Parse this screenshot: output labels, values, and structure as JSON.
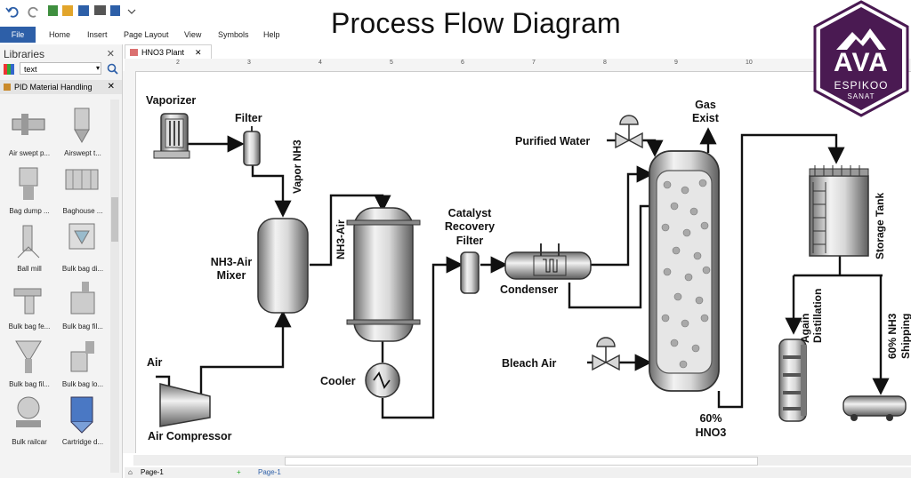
{
  "diagram_title": "Process Flow Diagram",
  "menu": [
    "File",
    "Home",
    "Insert",
    "Page Layout",
    "View",
    "Symbols",
    "Help"
  ],
  "libraries": {
    "title": "Libraries",
    "search_value": "text",
    "category": "PID Material Handling",
    "items": [
      {
        "label": "Air swept p...",
        "icon": "air-swept-pipe-icon"
      },
      {
        "label": "Airswept t...",
        "icon": "airswept-tank-icon"
      },
      {
        "label": "Bag dump ...",
        "icon": "bag-dump-icon"
      },
      {
        "label": "Baghouse ...",
        "icon": "baghouse-icon"
      },
      {
        "label": "Ball mill",
        "icon": "ball-mill-icon"
      },
      {
        "label": "Bulk bag di...",
        "icon": "bulk-bag-discharger-icon"
      },
      {
        "label": "Bulk bag fe...",
        "icon": "bulk-bag-feeder-icon"
      },
      {
        "label": "Bulk bag fil...",
        "icon": "bulk-bag-filler-icon"
      },
      {
        "label": "Bulk bag fil...",
        "icon": "bulk-bag-filler-2-icon"
      },
      {
        "label": "Bulk bag lo...",
        "icon": "bulk-bag-loader-icon"
      },
      {
        "label": "Bulk railcar",
        "icon": "bulk-railcar-icon"
      },
      {
        "label": "Cartridge d...",
        "icon": "cartridge-dust-collector-icon"
      }
    ]
  },
  "document_tab": "HNO3 Plant",
  "ruler_marks": [
    "2",
    "3",
    "4",
    "5",
    "6",
    "7",
    "8",
    "9",
    "10"
  ],
  "status": {
    "page_selector": "Page-1",
    "page_tab": "Page-1"
  },
  "labels": {
    "vaporizer": "Vaporizer",
    "filter": "Filter",
    "vapor_nh3": "Vapor NH3",
    "nh3_air_mixer_1": "NH3-Air",
    "nh3_air_mixer_2": "Mixer",
    "nh3_air": "NH3-Air",
    "air": "Air",
    "air_compressor": "Air Compressor",
    "cooler": "Cooler",
    "catalyst_1": "Catalyst",
    "catalyst_2": "Recovery",
    "catalyst_3": "Filter",
    "condenser": "Condenser",
    "purified_water": "Purified Water",
    "bleach_air": "Bleach Air",
    "gas_exist_1": "Gas",
    "gas_exist_2": "Exist",
    "hno3_1": "60%",
    "hno3_2": "HNO3",
    "storage_tank": "Storage Tank",
    "again_distillation_1": "Again",
    "again_distillation_2": "Distillation",
    "nh3_shipping_1": "60% NH3",
    "nh3_shipping_2": "Shipping"
  },
  "logo": {
    "line1": "AVA",
    "line2": "ESPIKOO",
    "line3": "SANAT",
    "color": "#4a1a52"
  },
  "colors": {
    "accent": "#2d5fa8",
    "equipment_dark": "#6b6b6b",
    "equipment_light": "#e6e6e6"
  }
}
